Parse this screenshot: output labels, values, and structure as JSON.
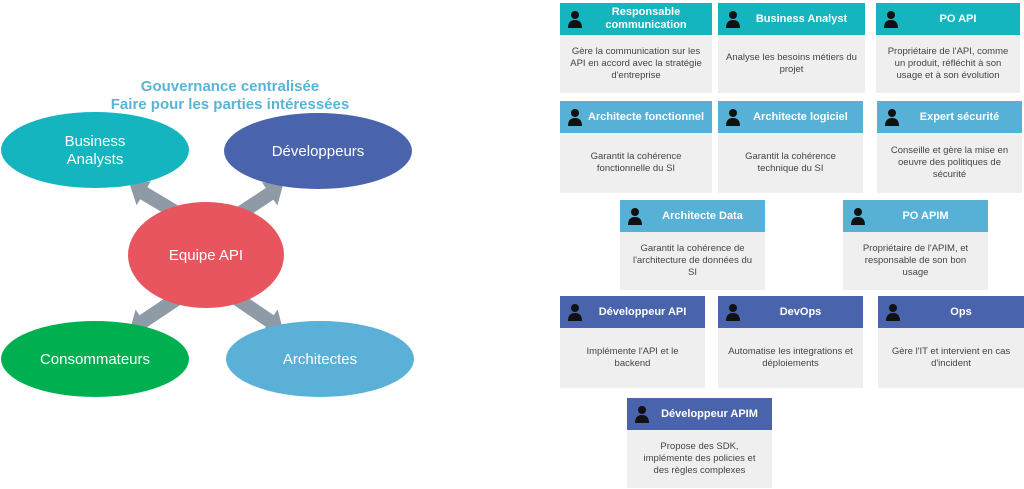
{
  "title": {
    "line1": "Gouvernance centralisée",
    "line2": "Faire pour les parties intéressées"
  },
  "diagram": {
    "center": {
      "label": "Equipe API",
      "color": "#e8555f"
    },
    "nodes": [
      {
        "id": "business-analysts",
        "label_lines": [
          "Business",
          "Analysts"
        ],
        "color": "#14b5bf"
      },
      {
        "id": "developpeurs",
        "label_lines": [
          "Développeurs"
        ],
        "color": "#4a63ad"
      },
      {
        "id": "consommateurs",
        "label_lines": [
          "Consommateurs"
        ],
        "color": "#00b050"
      },
      {
        "id": "architectes",
        "label_lines": [
          "Architectes"
        ],
        "color": "#5ab0d6"
      }
    ],
    "arrow_color": "#8e9ba6"
  },
  "roles": [
    {
      "title": "Responsable communication",
      "desc": "Gère la communication sur les API en accord avec la stratégie d'entreprise",
      "theme": "teal"
    },
    {
      "title": "Business Analyst",
      "desc": "Analyse les besoins métiers du projet",
      "theme": "teal"
    },
    {
      "title": "PO API",
      "desc": "Propriétaire de l'API, comme un produit, réfléchit à son usage et à son évolution",
      "theme": "teal"
    },
    {
      "title": "Architecte fonctionnel",
      "desc": "Garantit la cohérence fonctionnelle du SI",
      "theme": "light"
    },
    {
      "title": "Architecte logiciel",
      "desc": "Garantit la cohérence technique du SI",
      "theme": "light"
    },
    {
      "title": "Expert sécurité",
      "desc": "Conseille et gère la mise en oeuvre des politiques de sécurité",
      "theme": "light"
    },
    {
      "title": "Architecte Data",
      "desc": "Garantit la cohérence de l'architecture de données du SI",
      "theme": "light"
    },
    {
      "title": "PO APIM",
      "desc": "Propriétaire de l'APIM, et responsable de son bon usage",
      "theme": "light"
    },
    {
      "title": "Développeur API",
      "desc": "Implémente l'API et le backend",
      "theme": "dark"
    },
    {
      "title": "DevOps",
      "desc": "Automatise les integrations et déploiements",
      "theme": "dark"
    },
    {
      "title": "Ops",
      "desc": "Gère l'IT et intervient en cas d'incident",
      "theme": "dark"
    },
    {
      "title": "Développeur APIM",
      "desc": "Propose des SDK, implémente des policies et des règles complexes",
      "theme": "dark"
    }
  ],
  "icons": {
    "role_icon": "person-icon"
  }
}
